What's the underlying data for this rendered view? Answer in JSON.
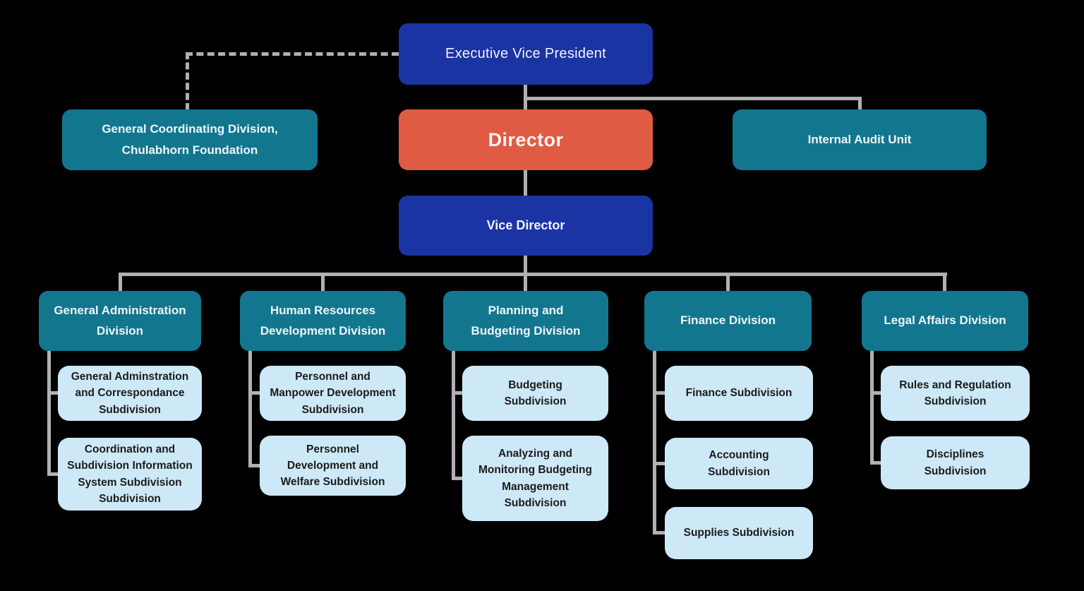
{
  "colors": {
    "dark_blue": "#1a34a4",
    "teal": "#13768f",
    "orange": "#e05b43",
    "light_blue": "#cde9f8",
    "connector": "#b1b1b1",
    "background": "#000000"
  },
  "org_chart": {
    "executive_vice_president": {
      "label": "Executive Vice President"
    },
    "coordinating_division": {
      "label": "General Coordinating Division,\nChulabhorn Foundation"
    },
    "director": {
      "label": "Director"
    },
    "internal_audit_unit": {
      "label": "Internal Audit Unit"
    },
    "vice_director": {
      "label": "Vice Director"
    },
    "divisions": [
      {
        "label": "General Administration\nDivision",
        "subdivisions": [
          "General Adminstration\nand Correspondance\nSubdivision",
          "Coordination and\nSubdivision Information\nSystem Subdivision\nSubdivision"
        ]
      },
      {
        "label": "Human Resources\nDevelopment Division",
        "subdivisions": [
          "Personnel and\nManpower Development\nSubdivision",
          "Personnel\nDevelopment and\nWelfare Subdivision"
        ]
      },
      {
        "label": "Planning and\nBudgeting Division",
        "subdivisions": [
          "Budgeting\nSubdivision",
          "Analyzing and\nMonitoring Budgeting\nManagement\nSubdivision"
        ]
      },
      {
        "label": "Finance Division",
        "subdivisions": [
          "Finance Subdivision",
          "Accounting\nSubdivision",
          "Supplies Subdivision"
        ]
      },
      {
        "label": "Legal Affairs Division",
        "subdivisions": [
          "Rules and Regulation\nSubdivision",
          "Disciplines\nSubdivision"
        ]
      }
    ]
  }
}
